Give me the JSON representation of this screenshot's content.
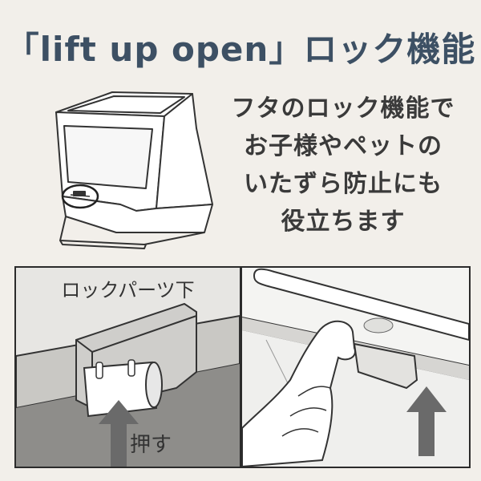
{
  "title": "「lift up open」ロック機能",
  "description": [
    "フタのロック機能で",
    "お子様やペットの",
    "いたずら防止にも",
    "役立ちます"
  ],
  "left_panel": {
    "caption": "ロックパーツ下",
    "push_label": "押す"
  },
  "colors": {
    "title": "#3d5064",
    "background": "#f2efea",
    "arrow": "#6a6a6a",
    "outline": "#2b2b2b"
  }
}
